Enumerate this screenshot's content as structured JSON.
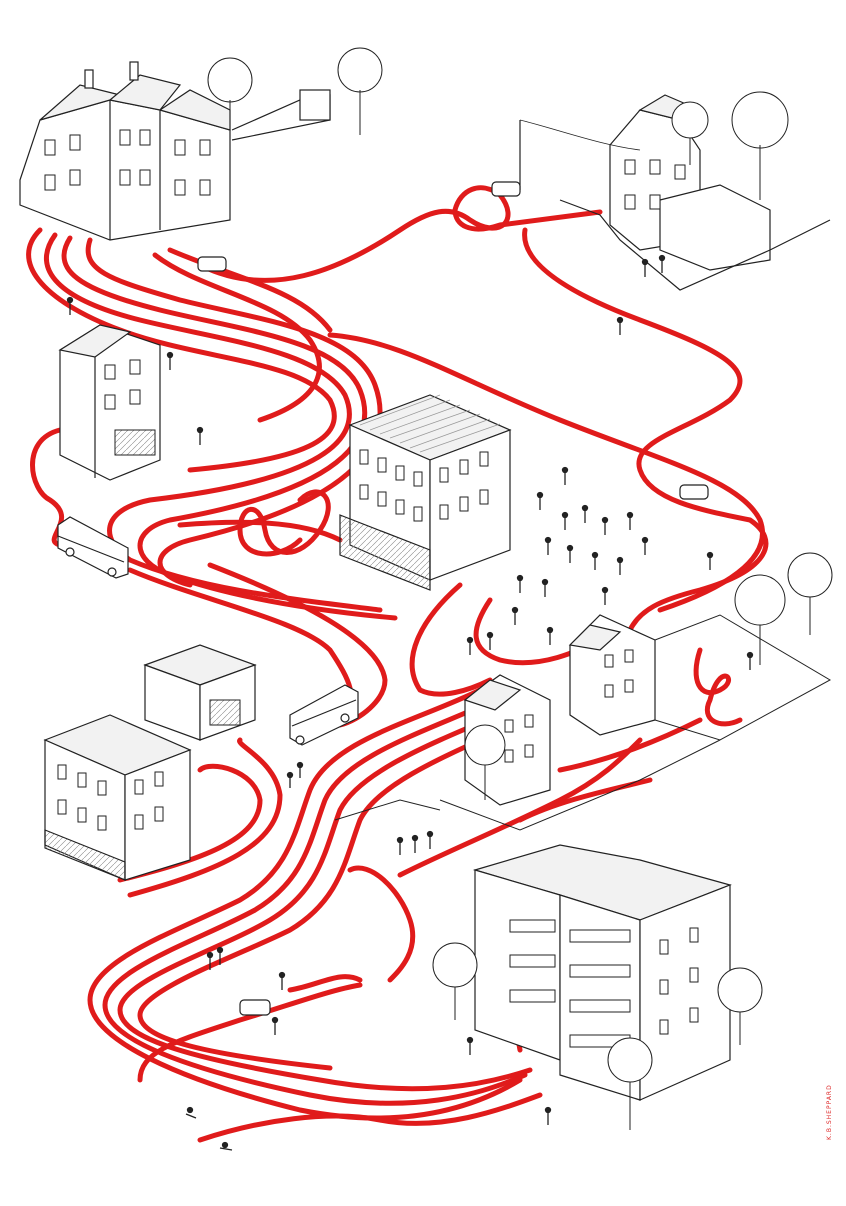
{
  "colors": {
    "route": "#e01b1b",
    "ink": "#222222",
    "paper": "#ffffff",
    "roof": "#f2f2f2"
  },
  "signature": "K.B.SHEPPARD",
  "elements": [
    {
      "name": "terraced-houses-top-left",
      "kind": "house"
    },
    {
      "name": "detached-house-top-right",
      "kind": "house"
    },
    {
      "name": "townhouse-left",
      "kind": "tall-house"
    },
    {
      "name": "corner-office-center",
      "kind": "block"
    },
    {
      "name": "shop-block-left",
      "kind": "block"
    },
    {
      "name": "warehouse-left",
      "kind": "small-block"
    },
    {
      "name": "twin-villas-center-right",
      "kind": "house"
    },
    {
      "name": "apartment-block-bottom",
      "kind": "tower"
    },
    {
      "name": "double-decker-bus-left",
      "kind": "bus"
    },
    {
      "name": "double-decker-bus-center",
      "kind": "bus"
    },
    {
      "name": "car-top",
      "kind": "car"
    },
    {
      "name": "car-top-right",
      "kind": "car"
    },
    {
      "name": "car-right",
      "kind": "car"
    },
    {
      "name": "car-bottom",
      "kind": "car"
    },
    {
      "name": "crowd-square",
      "kind": "people"
    },
    {
      "name": "trees",
      "kind": "trees"
    },
    {
      "name": "fences",
      "kind": "fence"
    }
  ]
}
